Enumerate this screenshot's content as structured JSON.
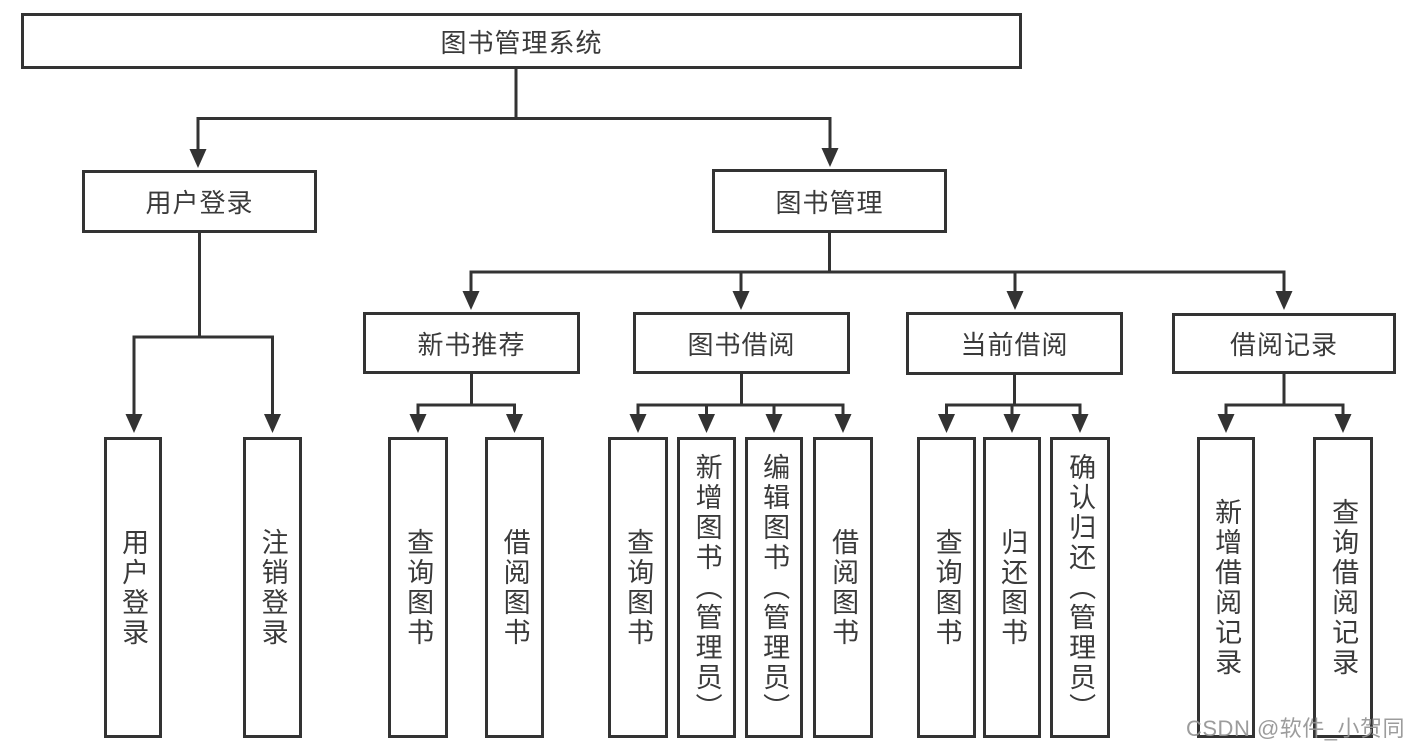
{
  "tree": {
    "root": "图书管理系统",
    "level2": [
      {
        "label": "用户登录",
        "children": [
          "用户登录",
          "注销登录"
        ]
      },
      {
        "label": "图书管理",
        "children": [
          {
            "label": "新书推荐",
            "children": [
              "查询图书",
              "借阅图书"
            ]
          },
          {
            "label": "图书借阅",
            "children": [
              "查询图书",
              "新增图书（管理员）",
              "编辑图书（管理员）",
              "借阅图书"
            ]
          },
          {
            "label": "当前借阅",
            "children": [
              "查询图书",
              "归还图书",
              "确认归还（管理员）"
            ]
          },
          {
            "label": "借阅记录",
            "children": [
              "新增借阅记录",
              "查询借阅记录"
            ]
          }
        ]
      }
    ]
  },
  "watermark": "CSDN @软件_小贺同学",
  "colors": {
    "line": "#333333",
    "text": "#3a3a3a",
    "watermark": "#949494",
    "background": "#ffffff"
  }
}
